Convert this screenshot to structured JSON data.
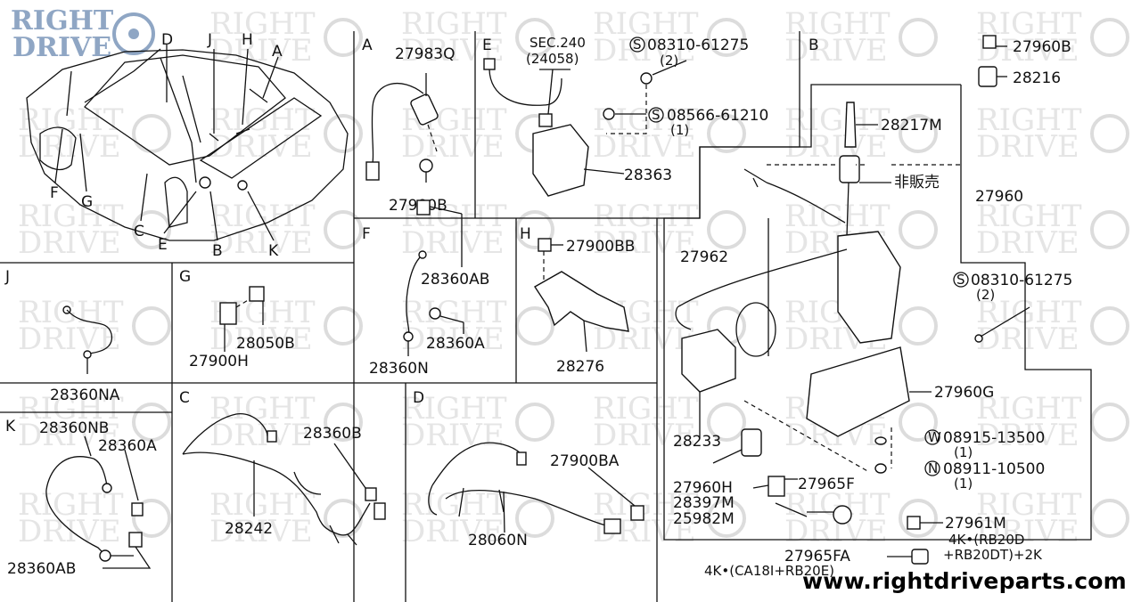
{
  "site_logo": {
    "line1": "RIGHT",
    "line2": "DRIVE"
  },
  "website": "www.rightdriveparts.com",
  "overview_callouts": [
    "D",
    "J",
    "H",
    "A",
    "F",
    "G",
    "C",
    "E",
    "B",
    "K"
  ],
  "sections": {
    "A": {
      "letter": "A",
      "parts": [
        "27983Q",
        "27900B"
      ]
    },
    "E": {
      "letter": "E",
      "ref": "SEC.240",
      "ref_sub": "(24058)",
      "parts": [
        "08310-61275",
        "(2)",
        "08566-61210",
        "(1)",
        "28363"
      ]
    },
    "B": {
      "letter": "B",
      "parts": [
        "27960B",
        "28216",
        "28217M",
        "非販売",
        "27960",
        "27962",
        "08310-61275",
        "(2)",
        "27960G",
        "28233",
        "08915-13500",
        "(1)",
        "08911-10500",
        "(1)",
        "27960H",
        "27965F",
        "28397M",
        "25982M",
        "27961M",
        "4K•(RB20D",
        "+RB20DT)+2K",
        "27965FA",
        "4K•(CA18I+RB20E)"
      ]
    },
    "J": {
      "letter": "J",
      "parts": [
        "28360NA"
      ]
    },
    "G": {
      "letter": "G",
      "parts": [
        "28050B",
        "27900H"
      ]
    },
    "F": {
      "letter": "F",
      "parts": [
        "28360AB",
        "28360A",
        "28360N"
      ]
    },
    "H": {
      "letter": "H",
      "parts": [
        "27900BB",
        "28276"
      ]
    },
    "K": {
      "letter": "K",
      "parts": [
        "28360NB",
        "28360A",
        "28360AB"
      ]
    },
    "C": {
      "letter": "C",
      "parts": [
        "28360B",
        "28242"
      ]
    },
    "D": {
      "letter": "D",
      "parts": [
        "27900BA",
        "28060N"
      ]
    }
  },
  "screw_marks": {
    "S": "S",
    "W": "W",
    "N": "N"
  }
}
